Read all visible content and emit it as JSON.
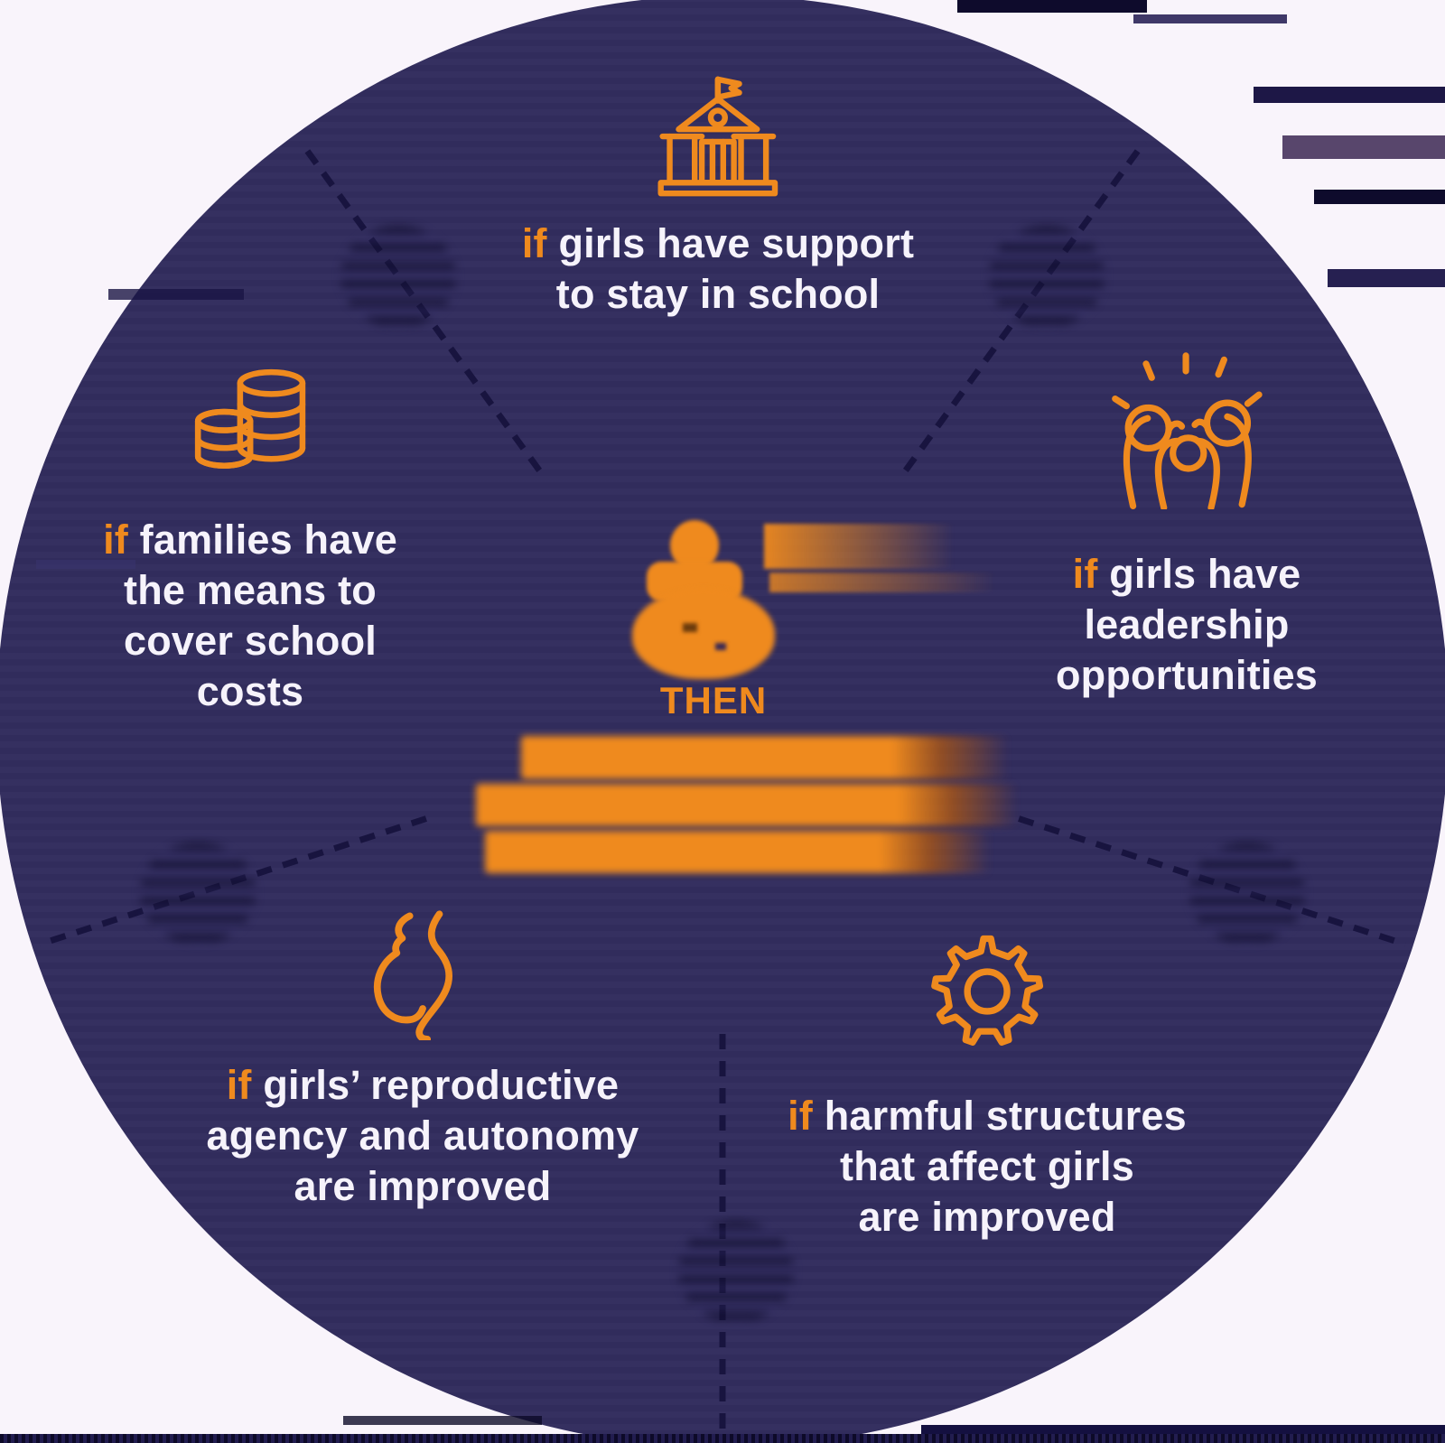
{
  "palette": {
    "background": "#f9f4fb",
    "circle_navy": "#322d5e",
    "accent_orange": "#ef8a1e",
    "text_white": "#f6f3fb",
    "divider_dark": "#14103a"
  },
  "center": {
    "heading": "THEN"
  },
  "sectors": [
    {
      "name": "school-support",
      "icon": "school-building-icon",
      "if_word": "if",
      "line_rest": "girls have support",
      "lines": [
        "to stay in school"
      ]
    },
    {
      "name": "family-means",
      "icon": "coin-stacks-icon",
      "if_word": "if",
      "line_rest": "families have",
      "lines": [
        "the means to",
        "cover school",
        "costs"
      ]
    },
    {
      "name": "leadership-opportunities",
      "icon": "leadership-people-icon",
      "if_word": "if",
      "line_rest": "girls have",
      "lines": [
        "leadership",
        "opportunities"
      ]
    },
    {
      "name": "reproductive-agency",
      "icon": "pregnancy-icon",
      "if_word": "if",
      "line_rest": "girls’ reproductive",
      "lines": [
        "agency and autonomy",
        "are improved"
      ]
    },
    {
      "name": "harmful-structures",
      "icon": "gear-icon",
      "if_word": "if",
      "line_rest": "harmful structures",
      "lines": [
        "that affect girls",
        "are improved"
      ]
    }
  ]
}
